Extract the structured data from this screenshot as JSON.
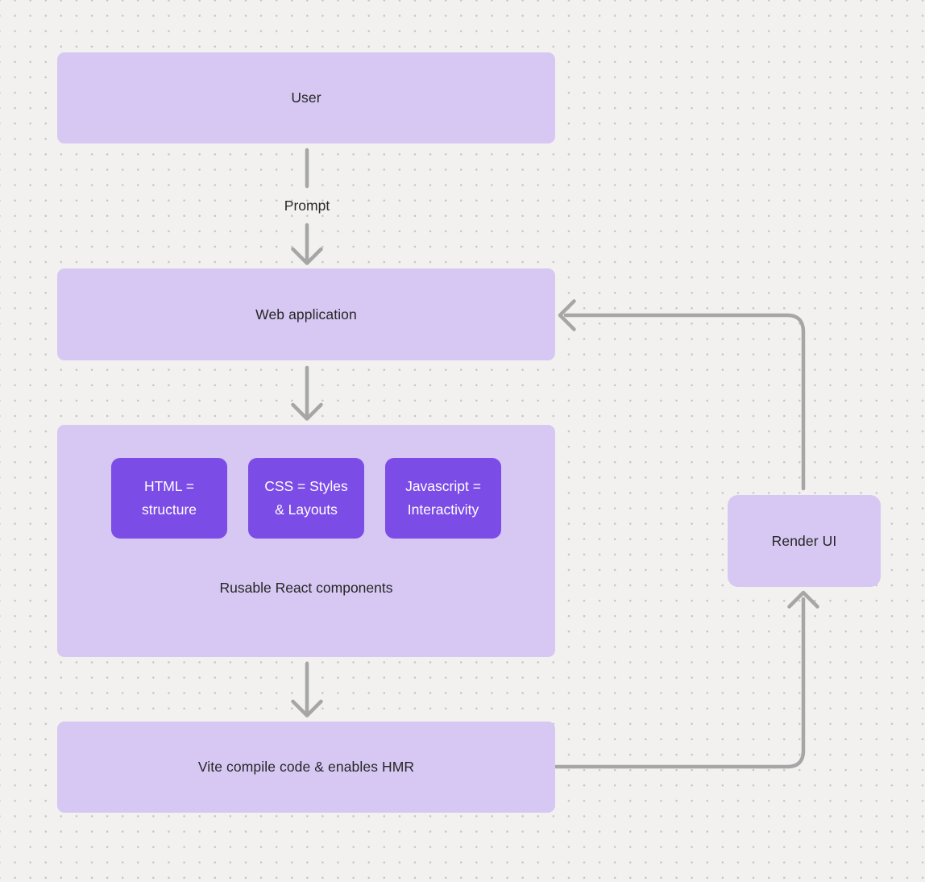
{
  "diagram": {
    "nodes": {
      "user": {
        "label": "User"
      },
      "web_application": {
        "label": "Web application"
      },
      "components_group": {
        "caption": "Rusable React components",
        "items": [
          {
            "line1": "HTML =",
            "line2": "structure"
          },
          {
            "line1": "CSS = Styles",
            "line2": "& Layouts"
          },
          {
            "line1": "Javascript =",
            "line2": "Interactivity"
          }
        ]
      },
      "vite": {
        "label": "Vite compile code & enables HMR"
      },
      "render_ui": {
        "label": "Render UI"
      }
    },
    "edges": {
      "user_to_web_application": {
        "label": "Prompt"
      },
      "web_application_to_components": {
        "label": ""
      },
      "components_to_vite": {
        "label": ""
      },
      "vite_to_render_ui": {
        "label": ""
      },
      "render_ui_to_web_application": {
        "label": ""
      }
    },
    "colors": {
      "background": "#f2f1ef",
      "dot": "#c6c4c1",
      "node_fill": "#d6c8f2",
      "chip_fill": "#7c4ce6",
      "arrow": "#a6a6a6",
      "text_dark": "#262626",
      "text_light": "#ffffff"
    }
  }
}
